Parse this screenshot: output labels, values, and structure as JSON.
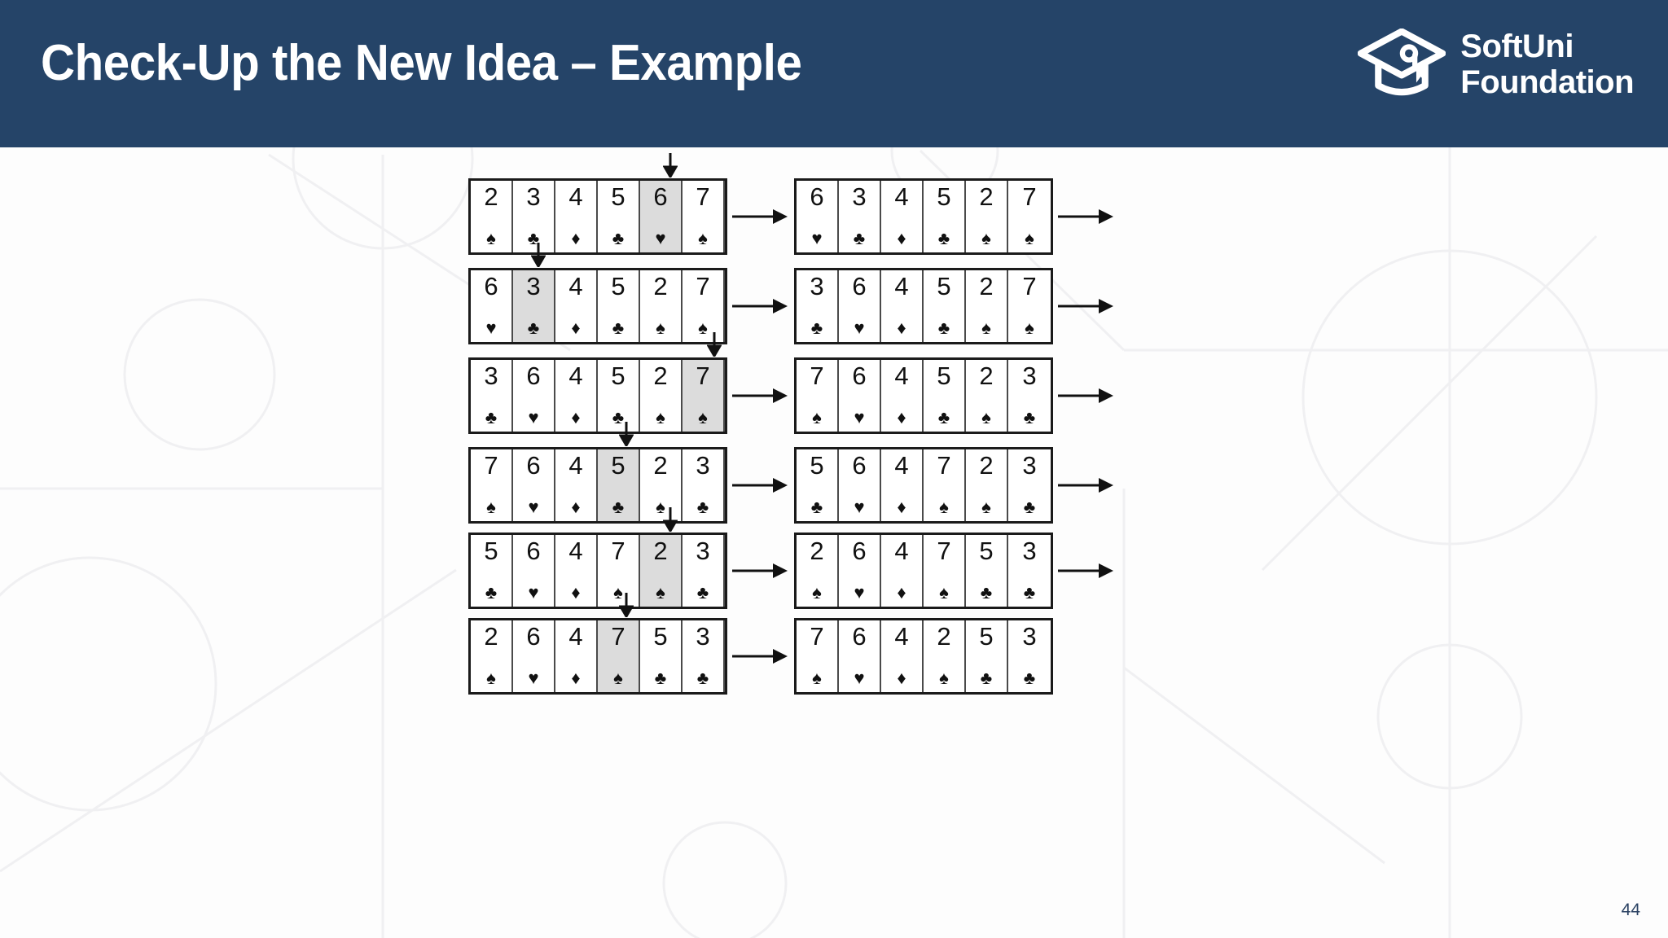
{
  "header": {
    "title": "Check-Up the New Idea – Example",
    "background_color": "#254468",
    "title_color": "#ffffff",
    "logo": {
      "icon": "graduation-cap-icon",
      "line1": "SoftUni",
      "line2": "Foundation"
    }
  },
  "footer": {
    "page_number": "44"
  },
  "diagram": {
    "type": "bubble-sort-pass-illustration",
    "highlight_color": "#dcdcdc",
    "card_border_color": "#1a1a1a",
    "transform_arrow": "right-arrow-icon",
    "pointer_arrow": "down-arrow-icon",
    "rows": [
      {
        "before": {
          "cards": [
            {
              "rank": "2",
              "suit": "♠"
            },
            {
              "rank": "3",
              "suit": "♣"
            },
            {
              "rank": "4",
              "suit": "♦"
            },
            {
              "rank": "5",
              "suit": "♣"
            },
            {
              "rank": "6",
              "suit": "♥"
            },
            {
              "rank": "7",
              "suit": "♠"
            }
          ],
          "highlight_index": 4,
          "pointer_index": 4
        },
        "after": {
          "cards": [
            {
              "rank": "6",
              "suit": "♥"
            },
            {
              "rank": "3",
              "suit": "♣"
            },
            {
              "rank": "4",
              "suit": "♦"
            },
            {
              "rank": "5",
              "suit": "♣"
            },
            {
              "rank": "2",
              "suit": "♠"
            },
            {
              "rank": "7",
              "suit": "♠"
            }
          ],
          "highlight_index": -1,
          "pointer_index": -1
        },
        "trailing_arrow": true
      },
      {
        "before": {
          "cards": [
            {
              "rank": "6",
              "suit": "♥"
            },
            {
              "rank": "3",
              "suit": "♣"
            },
            {
              "rank": "4",
              "suit": "♦"
            },
            {
              "rank": "5",
              "suit": "♣"
            },
            {
              "rank": "2",
              "suit": "♠"
            },
            {
              "rank": "7",
              "suit": "♠"
            }
          ],
          "highlight_index": 1,
          "pointer_index": 1
        },
        "after": {
          "cards": [
            {
              "rank": "3",
              "suit": "♣"
            },
            {
              "rank": "6",
              "suit": "♥"
            },
            {
              "rank": "4",
              "suit": "♦"
            },
            {
              "rank": "5",
              "suit": "♣"
            },
            {
              "rank": "2",
              "suit": "♠"
            },
            {
              "rank": "7",
              "suit": "♠"
            }
          ],
          "highlight_index": -1,
          "pointer_index": -1
        },
        "trailing_arrow": true
      },
      {
        "before": {
          "cards": [
            {
              "rank": "3",
              "suit": "♣"
            },
            {
              "rank": "6",
              "suit": "♥"
            },
            {
              "rank": "4",
              "suit": "♦"
            },
            {
              "rank": "5",
              "suit": "♣"
            },
            {
              "rank": "2",
              "suit": "♠"
            },
            {
              "rank": "7",
              "suit": "♠"
            }
          ],
          "highlight_index": 5,
          "pointer_index": 5
        },
        "after": {
          "cards": [
            {
              "rank": "7",
              "suit": "♠"
            },
            {
              "rank": "6",
              "suit": "♥"
            },
            {
              "rank": "4",
              "suit": "♦"
            },
            {
              "rank": "5",
              "suit": "♣"
            },
            {
              "rank": "2",
              "suit": "♠"
            },
            {
              "rank": "3",
              "suit": "♣"
            }
          ],
          "highlight_index": -1,
          "pointer_index": -1
        },
        "trailing_arrow": true
      },
      {
        "before": {
          "cards": [
            {
              "rank": "7",
              "suit": "♠"
            },
            {
              "rank": "6",
              "suit": "♥"
            },
            {
              "rank": "4",
              "suit": "♦"
            },
            {
              "rank": "5",
              "suit": "♣"
            },
            {
              "rank": "2",
              "suit": "♠"
            },
            {
              "rank": "3",
              "suit": "♣"
            }
          ],
          "highlight_index": 3,
          "pointer_index": 3
        },
        "after": {
          "cards": [
            {
              "rank": "5",
              "suit": "♣"
            },
            {
              "rank": "6",
              "suit": "♥"
            },
            {
              "rank": "4",
              "suit": "♦"
            },
            {
              "rank": "7",
              "suit": "♠"
            },
            {
              "rank": "2",
              "suit": "♠"
            },
            {
              "rank": "3",
              "suit": "♣"
            }
          ],
          "highlight_index": -1,
          "pointer_index": -1
        },
        "trailing_arrow": true
      },
      {
        "before": {
          "cards": [
            {
              "rank": "5",
              "suit": "♣"
            },
            {
              "rank": "6",
              "suit": "♥"
            },
            {
              "rank": "4",
              "suit": "♦"
            },
            {
              "rank": "7",
              "suit": "♠"
            },
            {
              "rank": "2",
              "suit": "♠"
            },
            {
              "rank": "3",
              "suit": "♣"
            }
          ],
          "highlight_index": 4,
          "pointer_index": 4
        },
        "after": {
          "cards": [
            {
              "rank": "2",
              "suit": "♠"
            },
            {
              "rank": "6",
              "suit": "♥"
            },
            {
              "rank": "4",
              "suit": "♦"
            },
            {
              "rank": "7",
              "suit": "♠"
            },
            {
              "rank": "5",
              "suit": "♣"
            },
            {
              "rank": "3",
              "suit": "♣"
            }
          ],
          "highlight_index": -1,
          "pointer_index": -1
        },
        "trailing_arrow": true
      },
      {
        "before": {
          "cards": [
            {
              "rank": "2",
              "suit": "♠"
            },
            {
              "rank": "6",
              "suit": "♥"
            },
            {
              "rank": "4",
              "suit": "♦"
            },
            {
              "rank": "7",
              "suit": "♠"
            },
            {
              "rank": "5",
              "suit": "♣"
            },
            {
              "rank": "3",
              "suit": "♣"
            }
          ],
          "highlight_index": 3,
          "pointer_index": 3
        },
        "after": {
          "cards": [
            {
              "rank": "7",
              "suit": "♠"
            },
            {
              "rank": "6",
              "suit": "♥"
            },
            {
              "rank": "4",
              "suit": "♦"
            },
            {
              "rank": "2",
              "suit": "♠"
            },
            {
              "rank": "5",
              "suit": "♣"
            },
            {
              "rank": "3",
              "suit": "♣"
            }
          ],
          "highlight_index": -1,
          "pointer_index": -1
        },
        "trailing_arrow": false
      }
    ]
  }
}
